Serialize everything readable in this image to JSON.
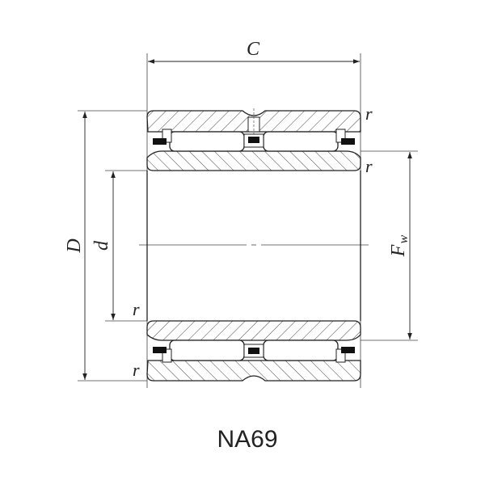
{
  "diagram": {
    "title": "NA69",
    "type": "needle roller bearing cross-section (with inner ring, double row)",
    "dimensions": {
      "width_label": "C",
      "outer_diameter_label": "D",
      "bore_diameter_label": "d",
      "roller_set_bore_label": "F",
      "roller_set_bore_subscript": "w",
      "chamfer_label": "r"
    },
    "colors": {
      "line": "#222222",
      "seal": "#111111",
      "background": "#ffffff"
    }
  }
}
